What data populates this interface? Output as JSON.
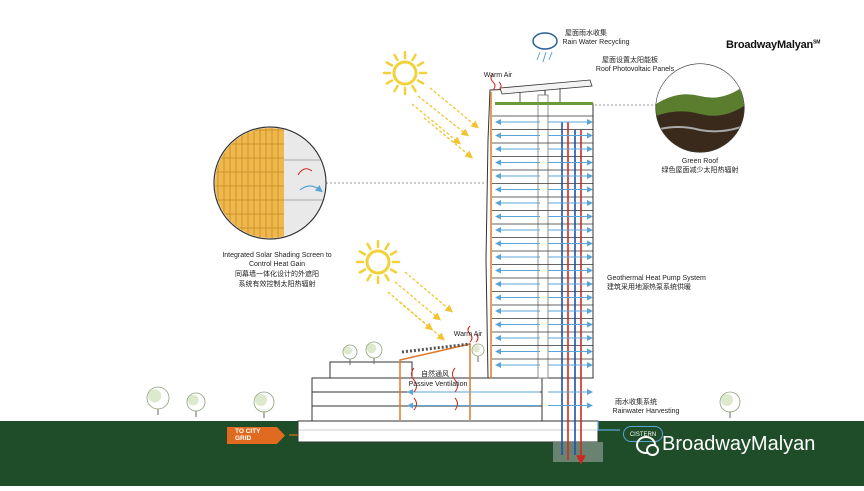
{
  "brand": {
    "name": "BroadwayMalyan",
    "mark": "SM"
  },
  "labels": {
    "rain_cn": "屋面雨水收集",
    "rain_en": "Rain Water Recycling",
    "pv_cn": "屋面设置太阳能板",
    "pv_en": "Roof Photovoltaic Panels",
    "warm_air_top": "Warm Air",
    "warm_air_mid": "Warm Air",
    "green_roof_en": "Green Roof",
    "green_roof_cn": "绿色屋面减少太阳热辐射",
    "shading_en_1": "Integrated Solar Shading Screen to",
    "shading_en_2": "Control Heat Gain",
    "shading_cn_1": "同幕墙一体化设计的外遮阳",
    "shading_cn_2": "系统有效控制太阳热辐射",
    "geo_en": "Geothermal Heat Pump System",
    "geo_cn": "建筑采用地源热泵系统供暖",
    "vent_cn": "自然通风",
    "vent_en": "Passive Ventilation",
    "harvest_cn": "雨水收集系统",
    "harvest_en": "Rainwater Harvesting",
    "to_city_1": "TO CITY",
    "to_city_2": "GRID",
    "cistern": "CISTERN"
  },
  "watermark": {
    "text": "BroadwayMalyan"
  },
  "colors": {
    "ground": "#1f4d2a",
    "grid_tag": "#e06a1f",
    "cool_arrow": "#5aa5d8",
    "hot_arrow": "#d0281f",
    "pipe_blue": "#1f4fae",
    "solar_ray": "#f2d23a",
    "wall_orange": "#e07a2a"
  }
}
